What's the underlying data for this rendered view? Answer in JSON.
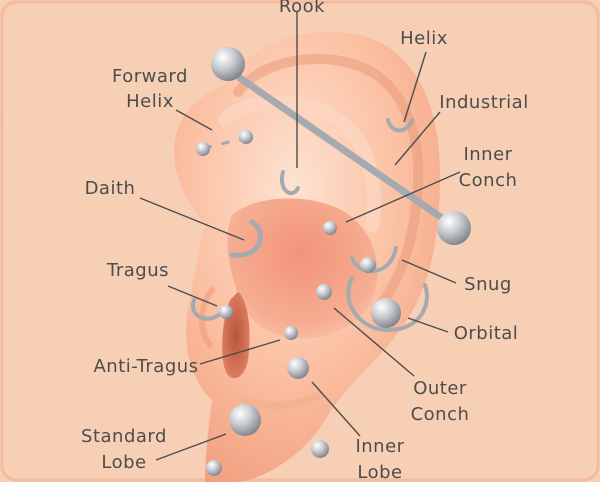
{
  "labels": {
    "rook": "Rook",
    "helix": "Helix",
    "forward_helix_1": "Forward",
    "forward_helix_2": "Helix",
    "industrial": "Industrial",
    "inner_conch_1": "Inner",
    "inner_conch_2": "Conch",
    "daith": "Daith",
    "tragus": "Tragus",
    "snug": "Snug",
    "orbital": "Orbital",
    "anti_tragus": "Anti-Tragus",
    "outer_conch_1": "Outer",
    "outer_conch_2": "Conch",
    "standard_lobe_1": "Standard",
    "standard_lobe_2": "Lobe",
    "inner_lobe_1": "Inner",
    "inner_lobe_2": "Lobe"
  },
  "colors": {
    "background": "#f7cfb5",
    "frame": "#f4c3a5",
    "ear_skin": "#fbb596",
    "ear_shadow": "#e78d6d",
    "label_text": "#4d4d4d",
    "leader_line": "#4d4d4d",
    "jewelry": "#b8bcc3"
  }
}
